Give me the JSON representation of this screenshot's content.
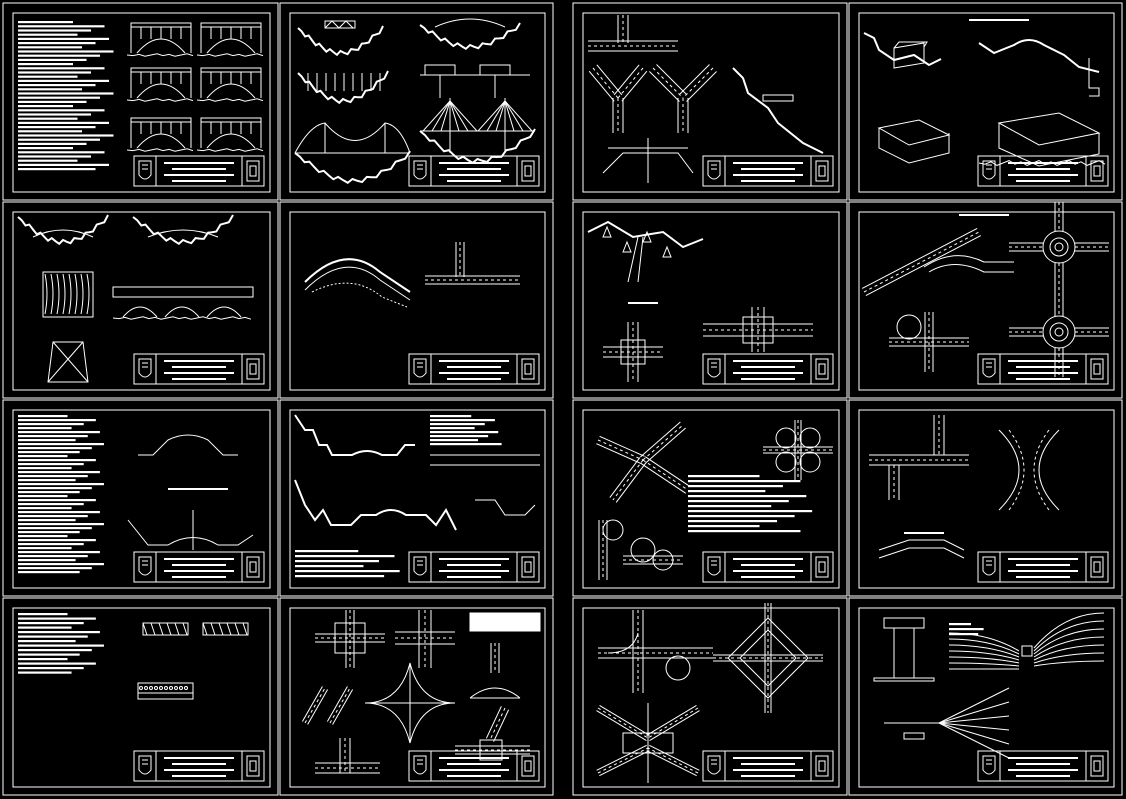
{
  "drawing": {
    "background": "#000000",
    "ink": "#ffffff",
    "columns": 4,
    "rows": 4,
    "sheets": [
      {
        "id": "s1",
        "content": "bridge-types-with-text"
      },
      {
        "id": "s2",
        "content": "suspension-and-truss-bridges"
      },
      {
        "id": "s3",
        "content": "road-junctions-and-profile"
      },
      {
        "id": "s4",
        "content": "terrain-sections-and-blocks"
      },
      {
        "id": "s5",
        "content": "arch-bridges-and-piers"
      },
      {
        "id": "s6",
        "content": "arch-perspective-and-tee"
      },
      {
        "id": "s7",
        "content": "mountain-road-and-crossings"
      },
      {
        "id": "s8",
        "content": "interchanges-and-roundabouts"
      },
      {
        "id": "s9",
        "content": "text-and-road-sections"
      },
      {
        "id": "s10",
        "content": "terrain-profiles"
      },
      {
        "id": "s11",
        "content": "cloverleaf-interchanges"
      },
      {
        "id": "s12",
        "content": "tee-and-y-junctions"
      },
      {
        "id": "s13",
        "content": "text-and-pavement-layers"
      },
      {
        "id": "s14",
        "content": "intersections"
      },
      {
        "id": "s15",
        "content": "trumpet-and-diamond-interchanges"
      },
      {
        "id": "s16",
        "content": "rail-yards-and-column"
      }
    ]
  }
}
